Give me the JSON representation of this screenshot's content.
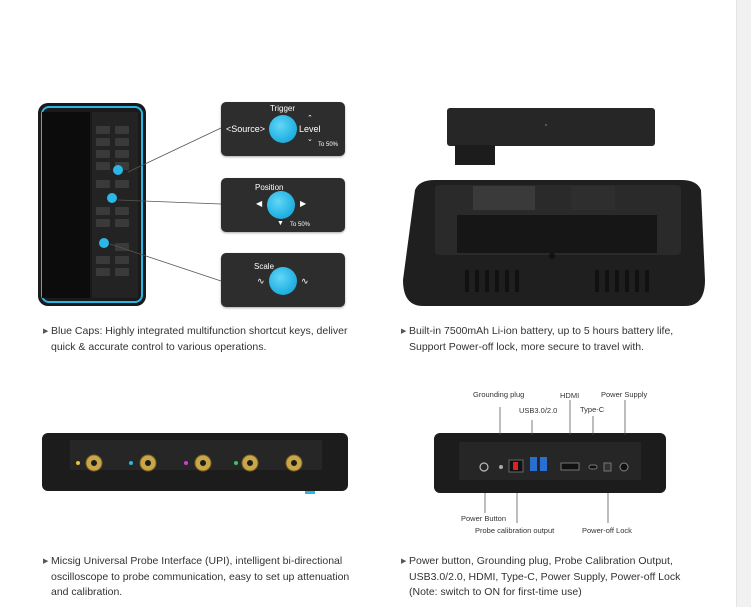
{
  "callouts": {
    "trigger": {
      "title": "Trigger",
      "source": "<Source>",
      "level": "Level",
      "to50": "To 50%"
    },
    "position": {
      "title": "Position",
      "to50": "To 50%"
    },
    "scale": {
      "title": "Scale"
    }
  },
  "captions": {
    "blue_caps": [
      "Blue Caps: Highly integrated multifunction shortcut keys, deliver",
      "quick & accurate control to various operations."
    ],
    "battery": [
      "Built-in 7500mAh Li-ion battery, up to 5 hours battery life,",
      "Support Power-off lock, more secure to travel with."
    ],
    "upi": [
      "Micsig Universal Probe Interface (UPI), intelligent bi-directional",
      "oscilloscope to probe communication, easy to set up attenuation",
      "and calibration."
    ],
    "ports": [
      "Power button, Grounding plug, Probe Calibration Output,",
      "USB3.0/2.0, HDMI, Type-C, Power Supply, Power-off Lock",
      "(Note: switch to ON for first-time use)"
    ]
  },
  "port_labels": {
    "grounding_plug": "Grounding plug",
    "hdmi": "HDMI",
    "power_supply": "Power Supply",
    "usb": "USB3.0/2.0",
    "type_c": "Type-C",
    "power_button": "Power Button",
    "probe_cal": "Probe calibration output",
    "power_off_lock": "Power-off Lock"
  },
  "colors": {
    "accent_blue": "#2ab7e6",
    "device_body": "#1c1c1c",
    "callout_bg": "#2d2d2d"
  }
}
